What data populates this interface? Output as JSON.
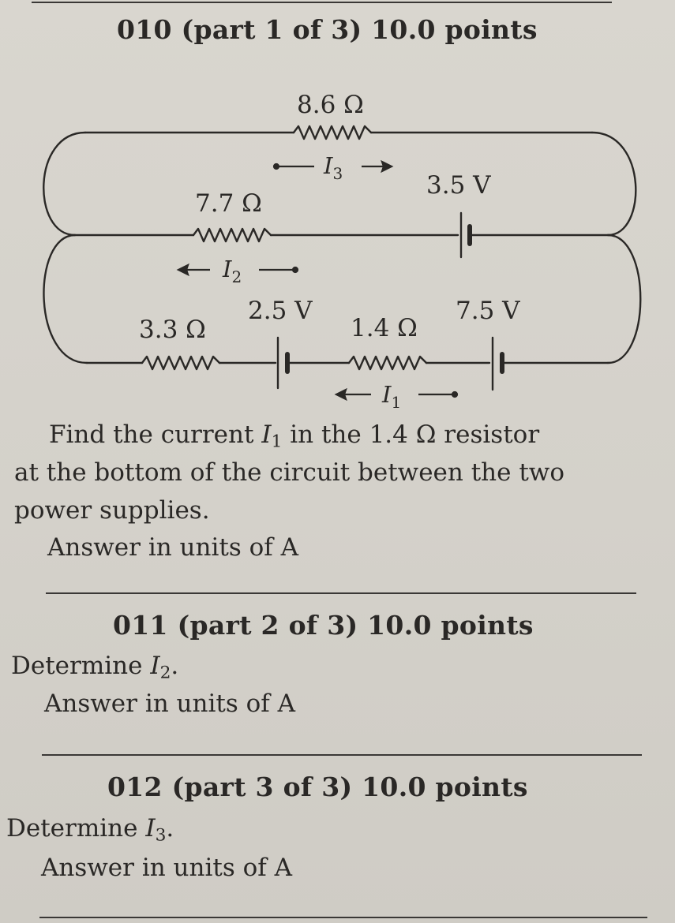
{
  "part1": {
    "heading": "010 (part 1 of 3) 10.0 points",
    "question_line1_pre": "Find the current ",
    "current_symbol": "I",
    "current_sub": "1",
    "question_line1_post": " in the 1.4 Ω resistor",
    "question_line2": "at the bottom of the circuit between the two",
    "question_line3": "power supplies.",
    "answer_prompt": "Answer in units of  A"
  },
  "part2": {
    "heading": "011 (part 2 of 3) 10.0 points",
    "determine": "Determine ",
    "current_symbol": "I",
    "current_sub": "2",
    "period": ".",
    "answer_prompt": "Answer in units of  A"
  },
  "part3": {
    "heading": "012 (part 3 of 3) 10.0 points",
    "determine": "Determine ",
    "current_symbol": "I",
    "current_sub": "3",
    "period": ".",
    "answer_prompt": "Answer in units of  A"
  },
  "circuit": {
    "r_top": "8.6 Ω",
    "r_middle": "7.7 Ω",
    "r_bottom_left": "3.3 Ω",
    "r_bottom_mid": "1.4 Ω",
    "battery_middle": "3.5 V",
    "battery_bottom_left": "2.5 V",
    "battery_bottom_right": "7.5 V",
    "current_top": "I",
    "current_top_sub": "3",
    "current_middle": "I",
    "current_middle_sub": "2",
    "current_bottom": "I",
    "current_bottom_sub": "1"
  }
}
